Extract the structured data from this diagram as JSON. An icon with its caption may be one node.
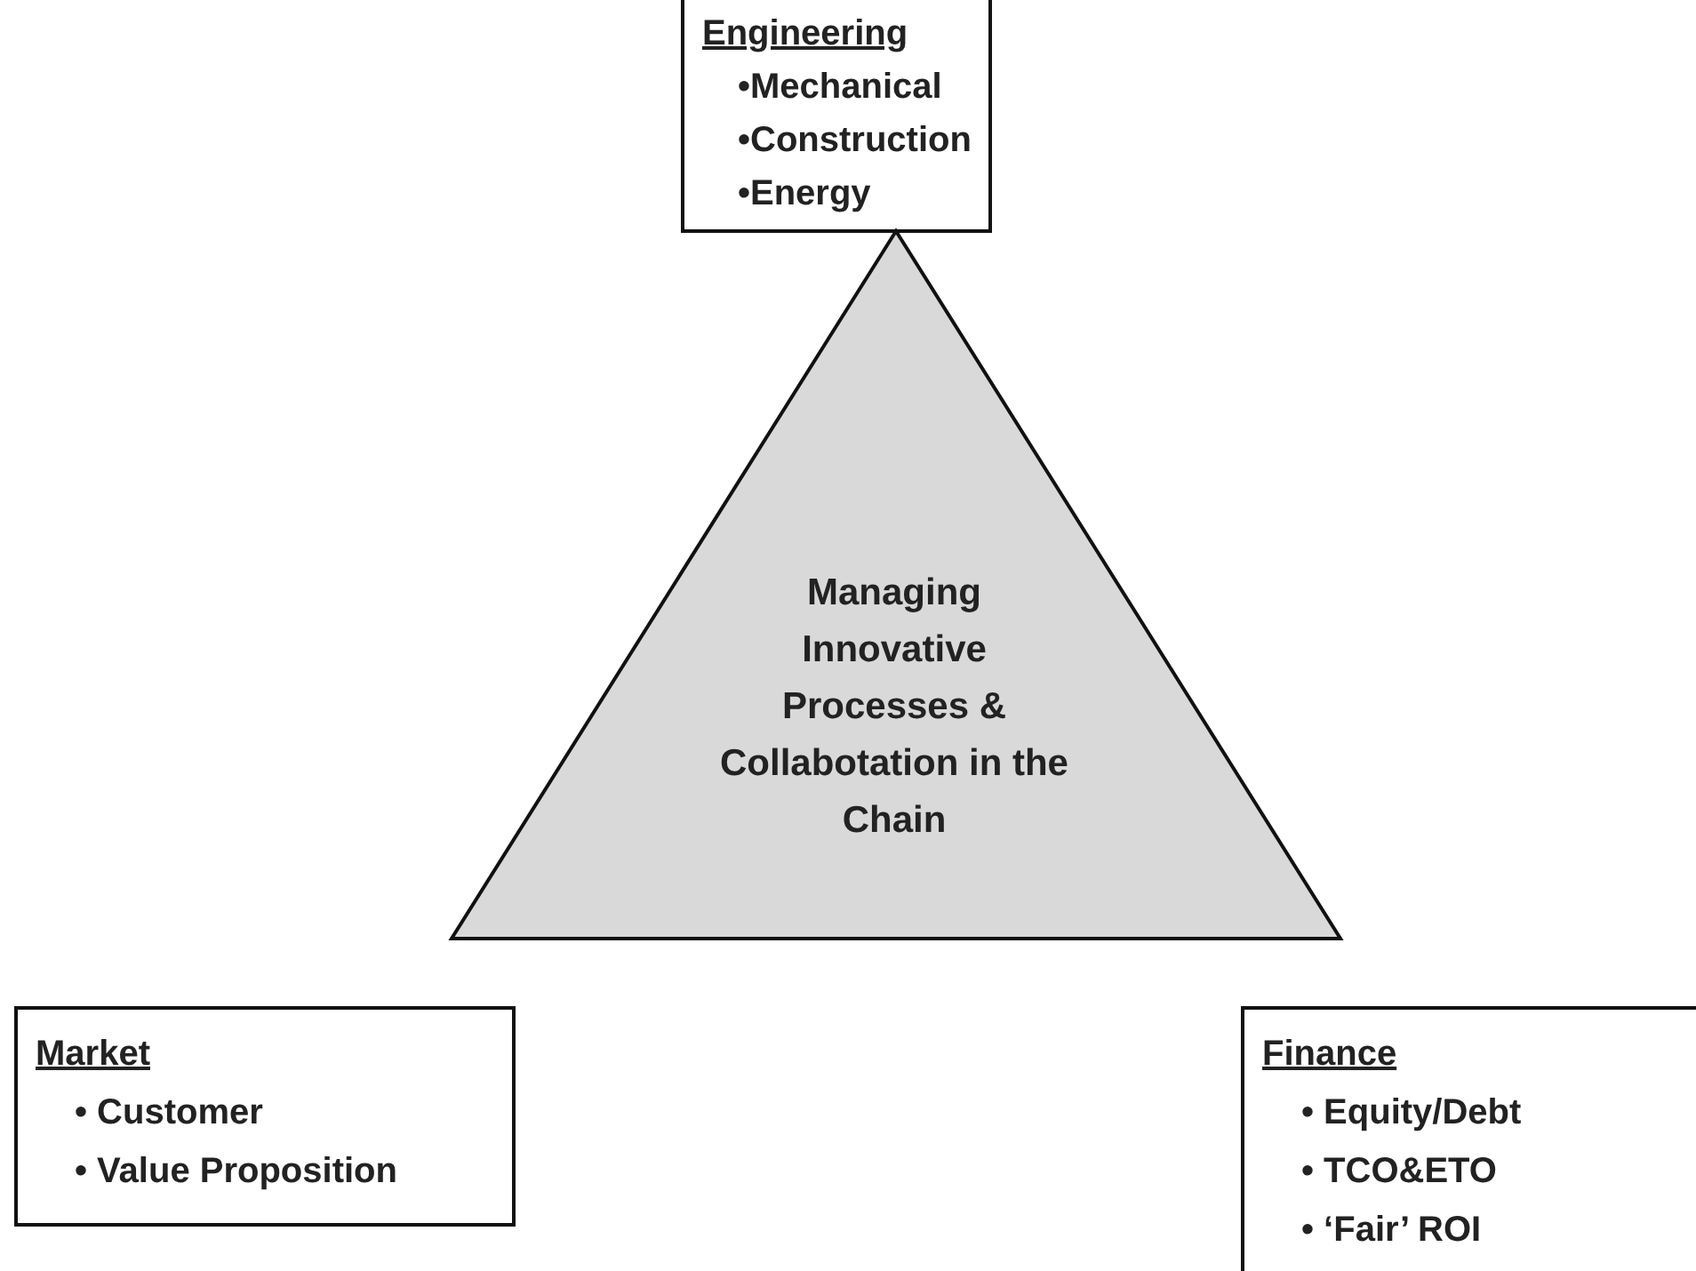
{
  "diagram": {
    "nodes": [
      {
        "text": [
          "Engineering",
          "•Mechanical",
          "•Construction",
          "•Energy"
        ]
      },
      {
        "text": [
          "Managing Innovative Processes & Collabotation in the Chain"
        ]
      },
      {
        "text": [
          "Market",
          "• Customer",
          "• Value Proposition"
        ]
      },
      {
        "text": [
          "Finance",
          "• Equity/Debt",
          "• TCO&ETO",
          "• ‘Fair’ ROI"
        ]
      }
    ]
  }
}
